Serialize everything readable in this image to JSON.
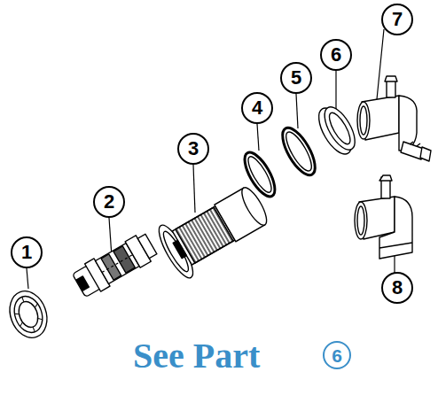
{
  "diagram": {
    "nodes": [
      {
        "text": [
          "1"
        ]
      },
      {
        "text": [
          "2"
        ]
      },
      {
        "text": [
          "3"
        ]
      },
      {
        "text": [
          "4"
        ]
      },
      {
        "text": [
          "5"
        ]
      },
      {
        "text": [
          "6"
        ]
      },
      {
        "text": [
          "7"
        ]
      },
      {
        "text": [
          "8"
        ]
      },
      {
        "text": [
          "6"
        ]
      }
    ],
    "labels": [
      "See Part"
    ]
  }
}
